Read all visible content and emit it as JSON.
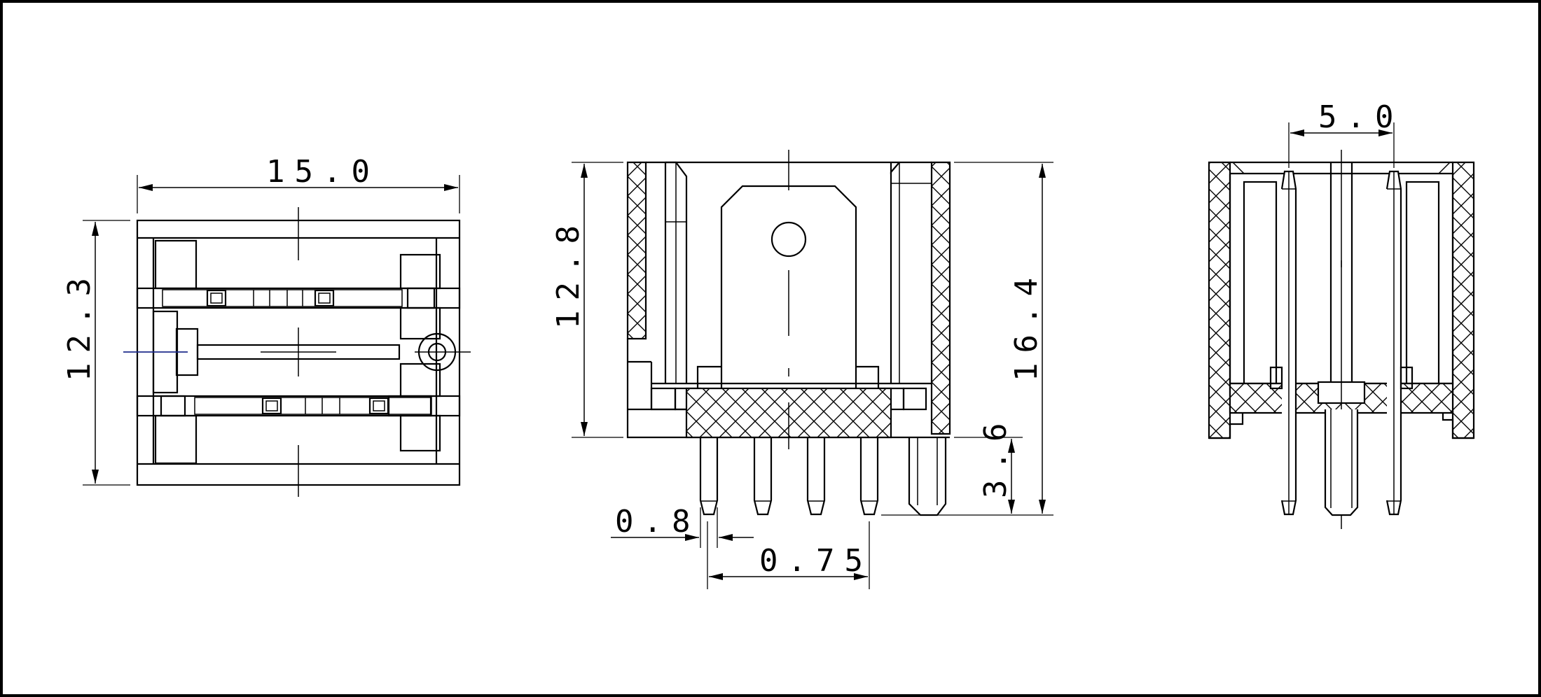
{
  "drawing": {
    "line_color": "#000000",
    "accent_line_color": "#1f2d8c",
    "background": "#ffffff"
  },
  "dimensions": {
    "top_width": "15.0",
    "top_height": "12.3",
    "front_body_height": "12.8",
    "front_overall_height": "16.4",
    "front_pin_length": "3.6",
    "pin_width": "0.8",
    "pin_pitch": "0.75",
    "side_pitch": "5.0"
  }
}
